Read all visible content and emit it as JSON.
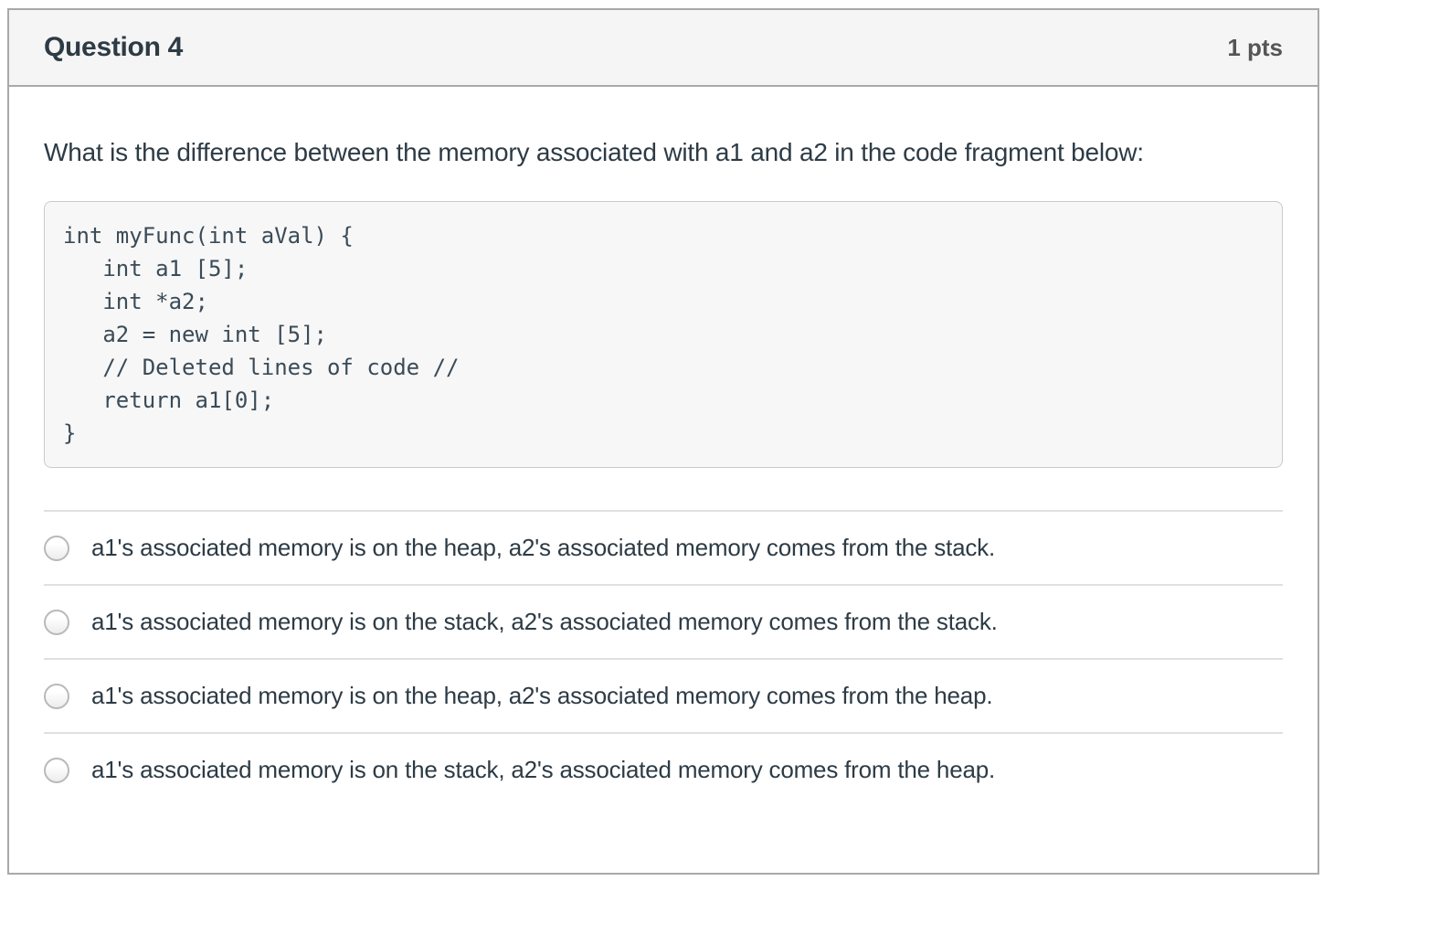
{
  "header": {
    "title": "Question 4",
    "points": "1 pts"
  },
  "question": {
    "prompt": "What is the difference between the memory associated with a1 and a2 in the code fragment below:",
    "code": "int myFunc(int aVal) {\n   int a1 [5];\n   int *a2;\n   a2 = new int [5];\n   // Deleted lines of code //\n   return a1[0];\n}"
  },
  "options": [
    {
      "label": "a1's associated memory is on the heap, a2's associated memory comes from the stack.",
      "selected": false
    },
    {
      "label": "a1's associated memory is on the stack, a2's associated memory comes from the stack.",
      "selected": false
    },
    {
      "label": "a1's associated memory is on the heap, a2's associated memory comes from the heap.",
      "selected": false
    },
    {
      "label": "a1's associated memory is on the stack, a2's associated memory comes from the heap.",
      "selected": false
    }
  ],
  "colors": {
    "text": "#2d3b45",
    "points_text": "#555555",
    "header_bg": "#f5f5f5",
    "panel_border": "#a9a9a9",
    "divider": "#e0e0e0",
    "code_bg": "#f7f7f7",
    "code_border": "#c7ccd1",
    "code_text": "#3b4b57",
    "radio_border": "#b9b9b9"
  }
}
